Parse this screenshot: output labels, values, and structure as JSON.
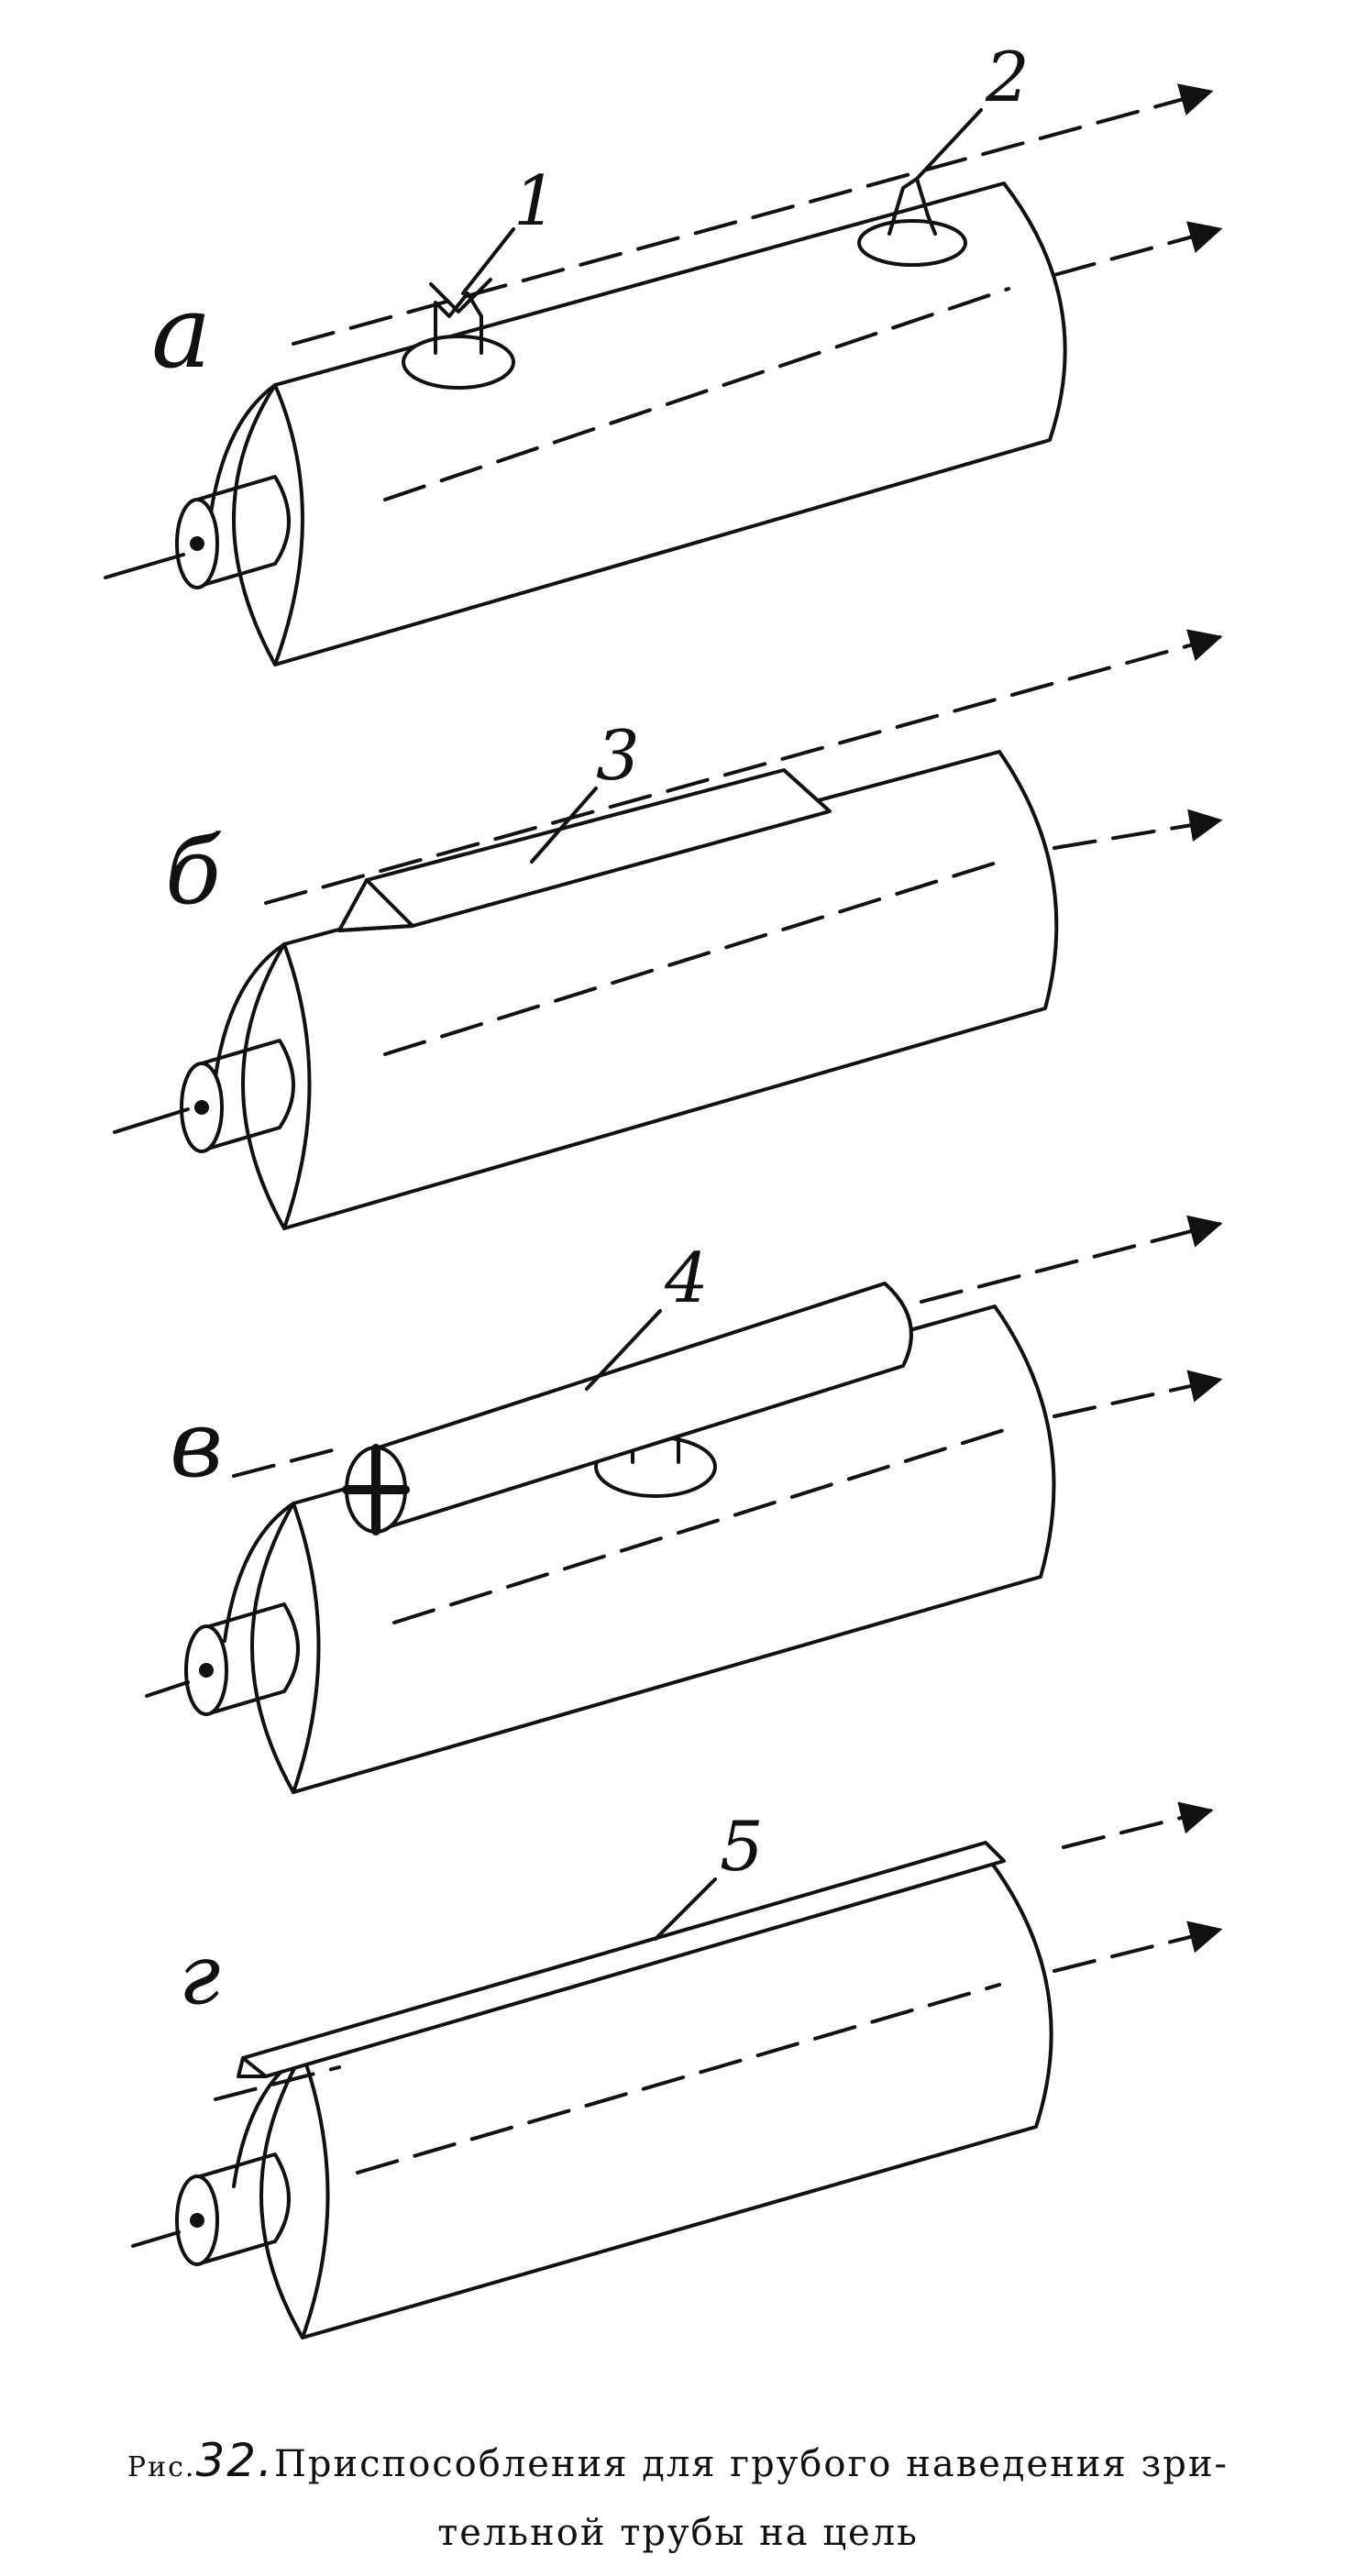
{
  "figure": {
    "panel_labels": [
      "а",
      "б",
      "в",
      "г"
    ],
    "part_numbers": [
      "1",
      "2",
      "3",
      "4",
      "5"
    ]
  },
  "caption": {
    "prefix": "Рис.",
    "number": "32.",
    "line1": "Приспособления  для грубого наведения зри-",
    "line2": "тельной трубы на цель"
  },
  "colors": {
    "ink": "#111111",
    "paper": "#ffffff"
  }
}
